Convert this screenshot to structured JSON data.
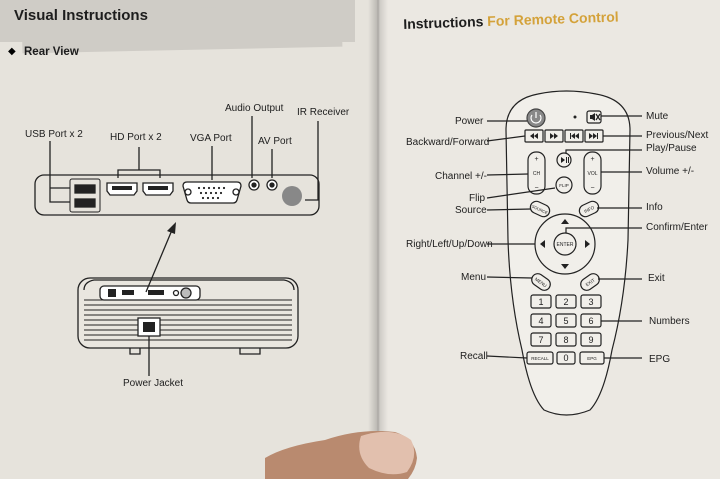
{
  "left_page": {
    "title": "Visual Instructions",
    "subtitle": "Rear View",
    "labels": {
      "usb": "USB Port x 2",
      "hd": "HD Port x 2",
      "vga": "VGA Port",
      "audio": "Audio Output",
      "av": "AV Port",
      "ir": "IR Receiver",
      "power_jacket": "Power Jacket"
    }
  },
  "right_page": {
    "title_part1": "Instructions ",
    "title_part2": "For",
    "title_part3": " Remote Control",
    "labels": {
      "power": "Power",
      "backward_forward": "Backward/Forward",
      "channel": "Channel +/-",
      "flip": "Flip",
      "source": "Source",
      "nav": "Right/Left/Up/Down",
      "menu": "Menu",
      "recall": "Recall",
      "mute": "Mute",
      "prev_next": "Previous/Next",
      "play_pause": "Play/Pause",
      "volume": "Volume +/-",
      "info": "Info",
      "confirm": "Confirm/Enter",
      "exit": "Exit",
      "numbers": "Numbers",
      "epg": "EPG"
    },
    "remote": {
      "ch_label": "CH",
      "vol_label": "VOL",
      "plus": "+",
      "minus": "−",
      "flip": "FLIP",
      "source": "SOURCE",
      "info": "INFO",
      "enter": "ENTER",
      "menu": "MENU",
      "exit": "EXIT",
      "recall": "RECALL",
      "zero": "0",
      "epg": "EPG",
      "digits": [
        "1",
        "2",
        "3",
        "4",
        "5",
        "6",
        "7",
        "8",
        "9"
      ]
    }
  },
  "colors": {
    "page": "#e6e3dc",
    "header_band": "#cfccc6",
    "ink": "#1d1d1d",
    "title_accent": "#d4a23a"
  },
  "icons": [
    "power-icon",
    "mute-icon",
    "rewind-icon",
    "fast-forward-icon",
    "previous-icon",
    "next-icon",
    "play-pause-icon",
    "arrow-up-icon",
    "arrow-down-icon",
    "arrow-left-icon",
    "arrow-right-icon"
  ]
}
